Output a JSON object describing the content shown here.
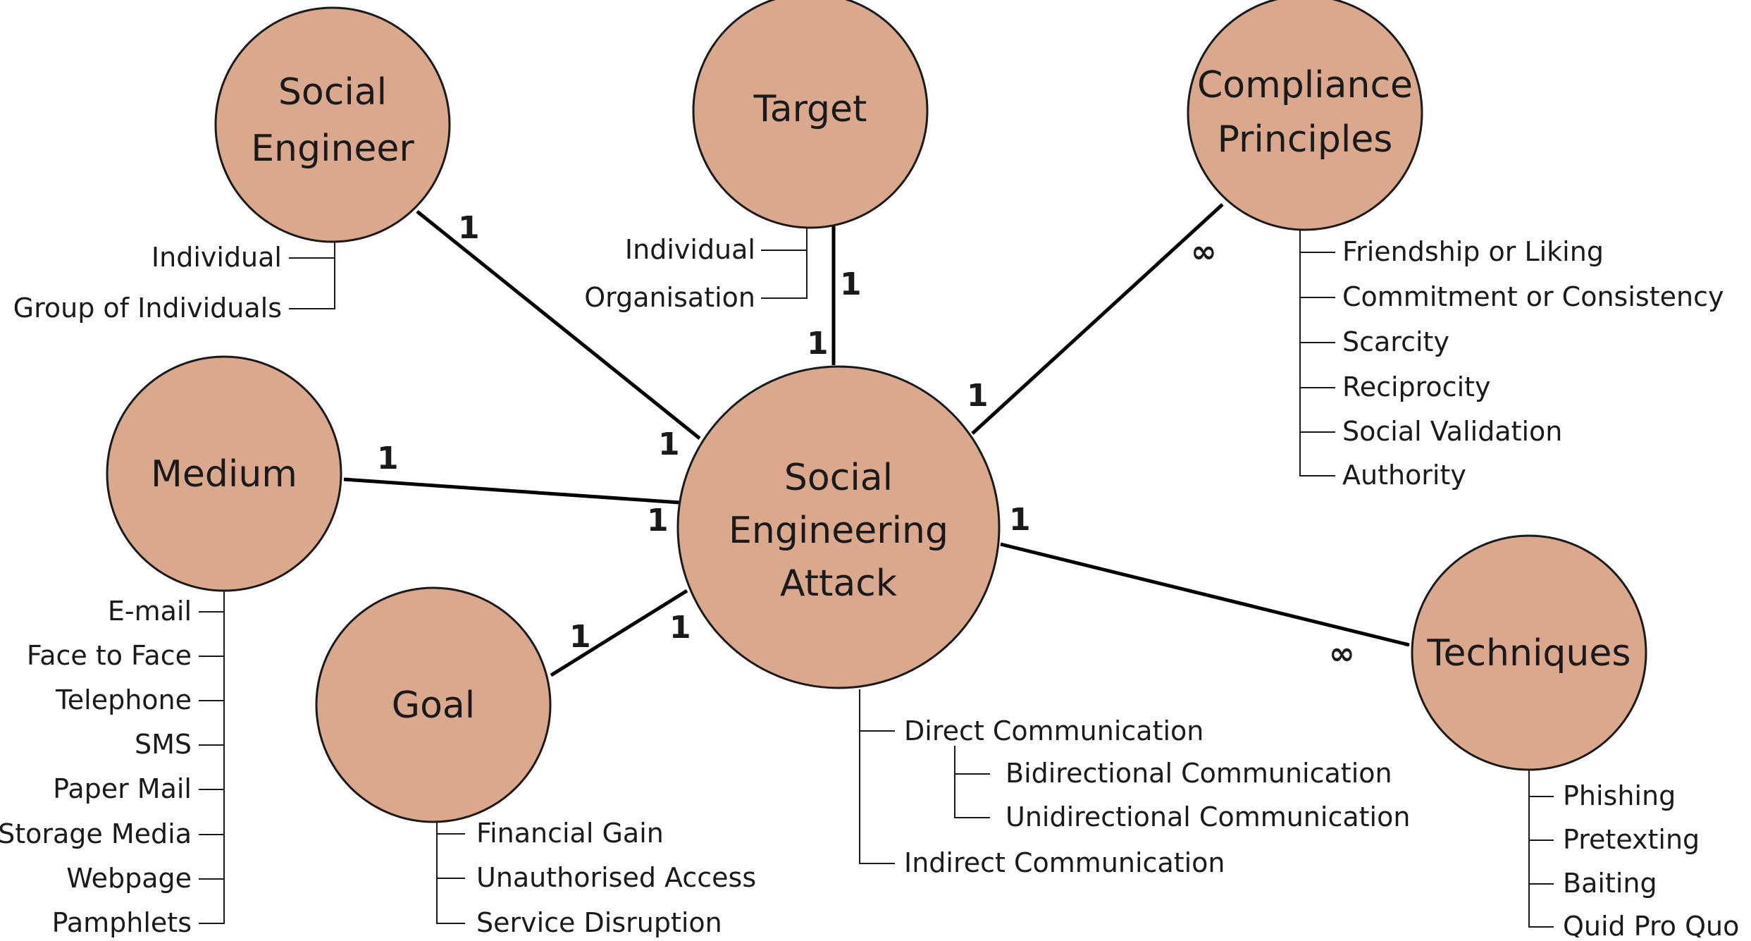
{
  "nodes": {
    "social_engineer": {
      "line1": "Social",
      "line2": "Engineer"
    },
    "target": {
      "label": "Target"
    },
    "compliance": {
      "line1": "Compliance",
      "line2": "Principles"
    },
    "medium": {
      "label": "Medium"
    },
    "attack": {
      "line1": "Social",
      "line2": "Engineering",
      "line3": "Attack"
    },
    "goal": {
      "label": "Goal"
    },
    "techniques": {
      "label": "Techniques"
    }
  },
  "lists": {
    "social_engineer": [
      "Individual",
      "Group of Individuals"
    ],
    "target": [
      "Individual",
      "Organisation"
    ],
    "compliance": [
      "Friendship or Liking",
      "Commitment or Consistency",
      "Scarcity",
      "Reciprocity",
      "Social Validation",
      "Authority"
    ],
    "medium": [
      "E-mail",
      "Face to Face",
      "Telephone",
      "SMS",
      "Paper Mail",
      "Storage Media",
      "Webpage",
      "Pamphlets"
    ],
    "goal": [
      "Financial Gain",
      "Unauthorised Access",
      "Service Disruption"
    ],
    "attack": {
      "direct": "Direct Communication",
      "direct_children": [
        "Bidirectional Communication",
        "Unidirectional Communication"
      ],
      "indirect": "Indirect Communication"
    },
    "techniques": [
      "Phishing",
      "Pretexting",
      "Baiting",
      "Quid Pro Quo"
    ]
  },
  "multiplicities": {
    "engineer_near": "1",
    "engineer_far": "1",
    "target_near": "1",
    "target_far": "1",
    "compliance_near": "1",
    "compliance_far": "∞",
    "medium_near": "1",
    "medium_far": "1",
    "goal_near": "1",
    "goal_far": "1",
    "techniques_near": "1",
    "techniques_far": "∞"
  }
}
